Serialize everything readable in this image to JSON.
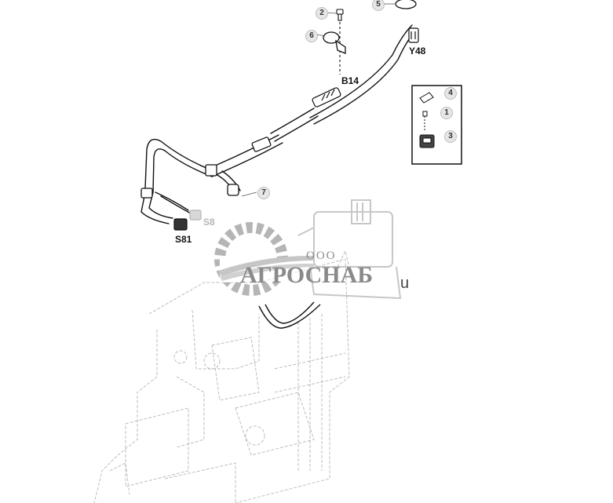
{
  "diagram": {
    "type": "exploded-parts-diagram",
    "subject": "wiring harness with connectors over transmission housing",
    "connector_labels": [
      {
        "id": "Y48",
        "text": "Y48"
      },
      {
        "id": "B14",
        "text": "B14"
      },
      {
        "id": "S81",
        "text": "S81"
      },
      {
        "id": "S8x",
        "text": "S8"
      }
    ],
    "callouts": [
      {
        "number": "1",
        "part": "screw (detail box)"
      },
      {
        "number": "2",
        "part": "bolt"
      },
      {
        "number": "3",
        "part": "holder (detail box)"
      },
      {
        "number": "4",
        "part": "clip (detail box)"
      },
      {
        "number": "5",
        "part": "ring"
      },
      {
        "number": "6",
        "part": "clamp"
      },
      {
        "number": "7",
        "part": "harness"
      }
    ],
    "watermark": {
      "prefix": "ООО",
      "name": "АГРОСНАБ",
      "suffix": "u"
    },
    "colors": {
      "line": "#111111",
      "ghost_line": "#b5b5b5",
      "watermark": "#8c8c8c",
      "callout_fill": "#e6e6e6"
    }
  }
}
